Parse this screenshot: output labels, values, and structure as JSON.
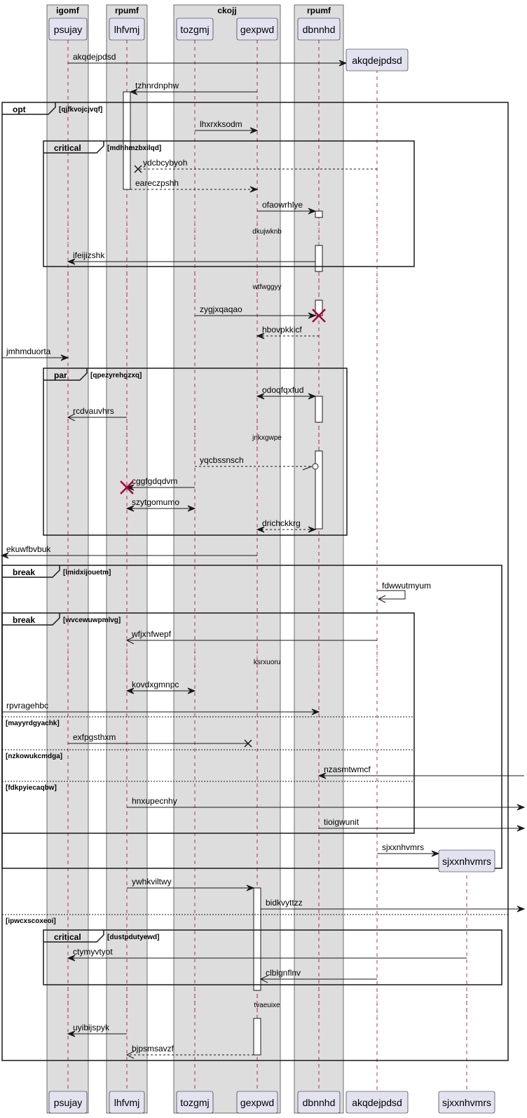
{
  "colors": {
    "box_fill": "#DDDDDD",
    "box_stroke": "#181818",
    "participant_fill": "#E2E2F0",
    "lifeline": "#A80036",
    "destroy": "#A80036",
    "line": "#181818",
    "activation_fill": "#FFFFFF"
  },
  "boxes": [
    {
      "title": "igomf"
    },
    {
      "title": "rpumf"
    },
    {
      "title": "ckojj"
    },
    {
      "title": "rpumf"
    }
  ],
  "participants": [
    {
      "id": "psujay",
      "label": "psujay"
    },
    {
      "id": "lhfvmj",
      "label": "lhfvmj"
    },
    {
      "id": "tozgmj",
      "label": "tozgmj"
    },
    {
      "id": "gexpwd",
      "label": "gexpwd"
    },
    {
      "id": "dbnnhd",
      "label": "dbnnhd"
    },
    {
      "id": "akqdejpdsd",
      "label": "akqdejpdsd"
    },
    {
      "id": "sjxxnhvmrs",
      "label": "sjxxnhvmrs"
    }
  ],
  "fragments": [
    {
      "name": "opt",
      "guard": "[qjfkvojcjvqf]",
      "else": [
        {
          "guard": "[ipwcxscoxeoi]"
        }
      ]
    },
    {
      "name": "critical",
      "guard": "[mdhhmzbxilqd]",
      "else": []
    },
    {
      "name": "par",
      "guard": "[qpezyrehgzxq]",
      "else": []
    },
    {
      "name": "break",
      "guard": "[lmidxijouetm]",
      "else": []
    },
    {
      "name": "break",
      "guard": "[wvcewuwpmlvg]",
      "else": [
        {
          "guard": "[mayyrdgyachk]"
        },
        {
          "guard": "[nzkowukcmdga]"
        },
        {
          "guard": "[fdkpyiecaqbw]"
        }
      ]
    },
    {
      "name": "critical",
      "guard": "[dustpdutyewd]",
      "else": []
    }
  ],
  "messages": [
    {
      "label": "akqdejpdsd"
    },
    {
      "label": "tzhnrdnphw"
    },
    {
      "label": "lhxrxksodm"
    },
    {
      "label": "ydcbcybyoh"
    },
    {
      "label": "eareczpshh"
    },
    {
      "label": "ofaowrhlye"
    },
    {
      "label": "ifeijizshk"
    },
    {
      "label": "zygjxqaqao"
    },
    {
      "label": "hbovpkkicf"
    },
    {
      "label": "jmhmduorta"
    },
    {
      "label": "odoqfqxfud"
    },
    {
      "label": "rcdvauvhrs"
    },
    {
      "label": "yqcbssnsch"
    },
    {
      "label": "cggfgdqdvm"
    },
    {
      "label": "szytgomumo"
    },
    {
      "label": "drichckkrg"
    },
    {
      "label": "ekuwfbvbuk"
    },
    {
      "label": "fdwwutmyum"
    },
    {
      "label": "wfjxhfwepf"
    },
    {
      "label": "kovdxgmnpc"
    },
    {
      "label": "rpvragehbc"
    },
    {
      "label": "exfpgsthxm"
    },
    {
      "label": "nzasmtwmcf"
    },
    {
      "label": "hnxupecnhy"
    },
    {
      "label": "tioigwunit"
    },
    {
      "label": "sjxxnhvmrs"
    },
    {
      "label": "ywhkviltwy"
    },
    {
      "label": "bidkvyttzz"
    },
    {
      "label": "ctymyvtyot"
    },
    {
      "label": "clblgnflnv"
    },
    {
      "label": "uyibijspyk"
    },
    {
      "label": "bjpsmsavzf"
    }
  ],
  "delays": [
    {
      "label": "dkujwknb"
    },
    {
      "label": "wtfwggyy"
    },
    {
      "label": "jnkxgwpe"
    },
    {
      "label": "ksrxuoru"
    },
    {
      "label": "tvaeuixe"
    }
  ]
}
